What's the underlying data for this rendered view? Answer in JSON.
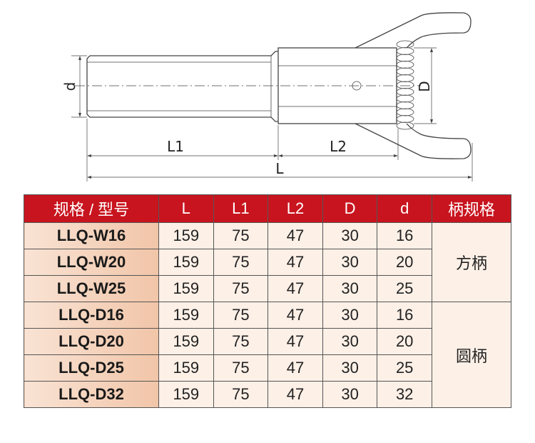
{
  "drawing": {
    "labels": {
      "d": "d",
      "D": "D",
      "L1": "L1",
      "L2": "L2",
      "L": "L"
    }
  },
  "table": {
    "headers": [
      "规格 / 型号",
      "L",
      "L1",
      "L2",
      "D",
      "d",
      "柄规格"
    ],
    "rows": [
      [
        "LLQ-W16",
        "159",
        "75",
        "47",
        "30",
        "16"
      ],
      [
        "LLQ-W20",
        "159",
        "75",
        "47",
        "30",
        "20"
      ],
      [
        "LLQ-W25",
        "159",
        "75",
        "47",
        "30",
        "25"
      ],
      [
        "LLQ-D16",
        "159",
        "75",
        "47",
        "30",
        "16"
      ],
      [
        "LLQ-D20",
        "159",
        "75",
        "47",
        "30",
        "20"
      ],
      [
        "LLQ-D25",
        "159",
        "75",
        "47",
        "30",
        "25"
      ],
      [
        "LLQ-D32",
        "159",
        "75",
        "47",
        "30",
        "32"
      ]
    ],
    "groups": [
      "方柄",
      "圆柄"
    ]
  },
  "colors": {
    "header_bg": "#c8141e"
  }
}
